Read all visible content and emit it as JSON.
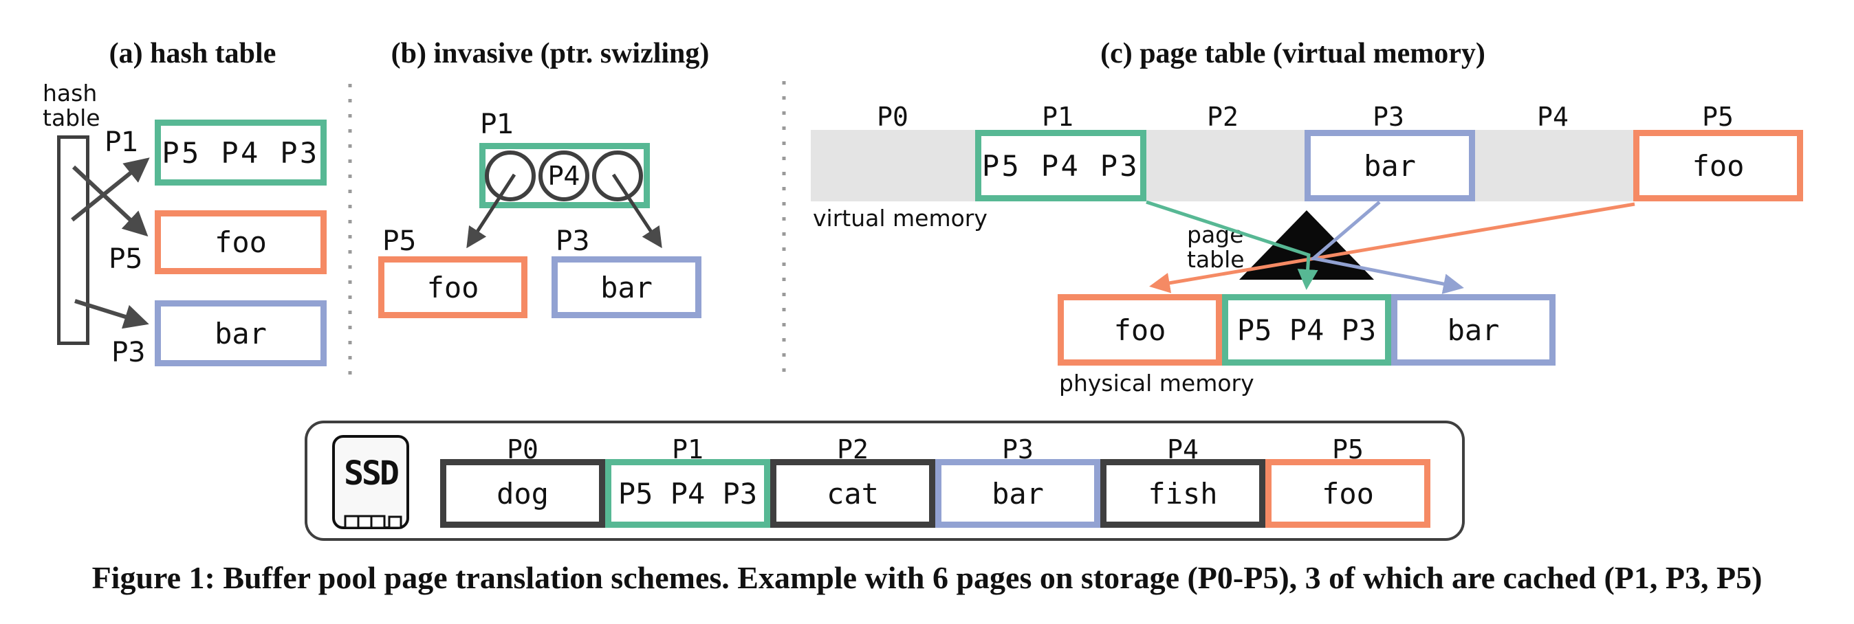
{
  "colors": {
    "green": "#57b894",
    "orange": "#f58a64",
    "blue": "#92a2d2",
    "dark": "#3f3f3f",
    "band": "#e4e4e4"
  },
  "panel_a": {
    "title": "(a) hash table",
    "hash_label_line1": "hash",
    "hash_label_line2": "table",
    "p1_label": "P1",
    "p1_content": "P5 P4 P3",
    "p5_label": "P5",
    "p5_content": "foo",
    "p3_label": "P3",
    "p3_content": "bar"
  },
  "panel_b": {
    "title": "(b) invasive (ptr. swizling)",
    "p1_label": "P1",
    "slot_content": "P4",
    "p5_label": "P5",
    "p5_content": "foo",
    "p3_label": "P3",
    "p3_content": "bar"
  },
  "panel_c": {
    "title": "(c) page table (virtual memory)",
    "slot_labels": [
      "P0",
      "P1",
      "P2",
      "P3",
      "P4",
      "P5"
    ],
    "virtual_p1": "P5 P4 P3",
    "virtual_p3": "bar",
    "virtual_p5": "foo",
    "virtual_label": "virtual memory",
    "page_table_line1": "page",
    "page_table_line2": "table",
    "physical_cells": [
      "foo",
      "P5 P4 P3",
      "bar"
    ],
    "physical_label": "physical memory"
  },
  "storage": {
    "icon_label": "SSD",
    "slot_labels": [
      "P0",
      "P1",
      "P2",
      "P3",
      "P4",
      "P5"
    ],
    "cells": [
      "dog",
      "P5 P4 P3",
      "cat",
      "bar",
      "fish",
      "foo"
    ]
  },
  "caption": "Figure 1: Buffer pool page translation schemes. Example with 6 pages on storage (P0-P5), 3 of which are cached (P1, P3, P5)"
}
